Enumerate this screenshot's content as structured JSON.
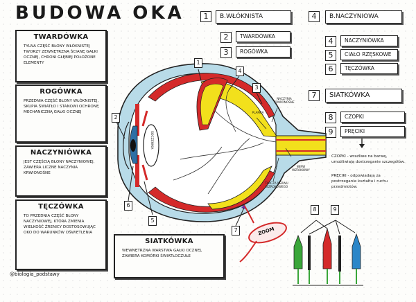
{
  "title": "BUDOWA OKA",
  "boxes": {
    "twardowka": {
      "title": "TWARDÓWKA",
      "text": "TYLNA CZĘŚĆ BŁONY WŁÓKNISTEJ TWORZY ZEWNĘTRZNĄ ŚCIANĘ GAŁKI OCZNEJ, CHRONI GŁĘBIEJ POŁOŻONE ELEMENTY"
    },
    "rogowka": {
      "title": "ROGÓWKA",
      "text": "PRZEDNIA CZĘŚĆ BŁONY WŁÓKNISTEJ, SKUPIA ŚWIATŁO I STANOWI OCHRONĘ MECHANICZNĄ GAŁKI OCZNEJ"
    },
    "naczyniowka": {
      "title": "NACZYNIÓWKA",
      "text": "JEST CZĘŚCIĄ BŁONY NACZYNIOWEJ, ZAWIERA LICZNE NACZYNIA KRWIONOŚNE"
    },
    "teczowka": {
      "title": "TĘCZÓWKA",
      "text": "TO PRZEDNIA CZĘŚĆ BŁONY NACZYNIOWEJ, KTÓRA ZMIENIA WIELKOŚĆ ŹRENICY DOSTOSOWUJĄC OKO DO WARUNKÓW OŚWIETLENIA"
    },
    "siatkowka": {
      "title": "SIATKÓWKA",
      "text": "WEWNĘTRZNA WARSTWA GAŁKI OCZNEJ, ZAWIERA KOMÓRKI ŚWIATŁOCZUŁE"
    }
  },
  "legend": {
    "g1": {
      "num": "1",
      "label": "B.WŁÓKNISTA"
    },
    "g1_items": [
      {
        "num": "2",
        "label": "TWARDÓWKA"
      },
      {
        "num": "3",
        "label": "ROGÓWKA"
      }
    ],
    "g4": {
      "num": "4",
      "label": "B.NACZYNIOWA"
    },
    "g4_items": [
      {
        "num": "4",
        "label": "NACZYNIÓWKA"
      },
      {
        "num": "5",
        "label": "CIAŁO RZĘSKOWE"
      },
      {
        "num": "6",
        "label": "TĘCZÓWKA"
      }
    ],
    "g7": {
      "num": "7",
      "label": "SIATKÓWKA"
    },
    "g7_items": [
      {
        "num": "8",
        "label": "CZOPKI"
      },
      {
        "num": "9",
        "label": "PRĘCIKI"
      }
    ]
  },
  "notes": {
    "czopki": "CZOPKI - wrażliwe na barwę, umożliwiają dostrzeganie szczegółów.",
    "preciki": "PRĘCIKI - odpowiadają za postrzeganie kształtu i ruchu przedmiotów."
  },
  "diagram": {
    "soczewka": "SOCZEWKA",
    "plamka": "PLAMKA",
    "naczynia": "NACZYNIA KRWIONOŚNE",
    "nerw": "NERW WZROKOWY",
    "tarcza": "TARCZA NERWU WZROKOWEGO",
    "zoom": "ZOOM",
    "callouts": [
      "1",
      "4",
      "3",
      "2",
      "6",
      "5",
      "7"
    ],
    "cell_nums": [
      "8",
      "9"
    ]
  },
  "signature": "@biologia_podstawy",
  "colors": {
    "sclera_blue": "#b8dbe8",
    "choroid_red": "#d42a2a",
    "retina_yellow": "#f2e01c",
    "cone_green": "#3aa63a",
    "cone_red": "#d42a2a",
    "cone_blue": "#2b86c8"
  }
}
